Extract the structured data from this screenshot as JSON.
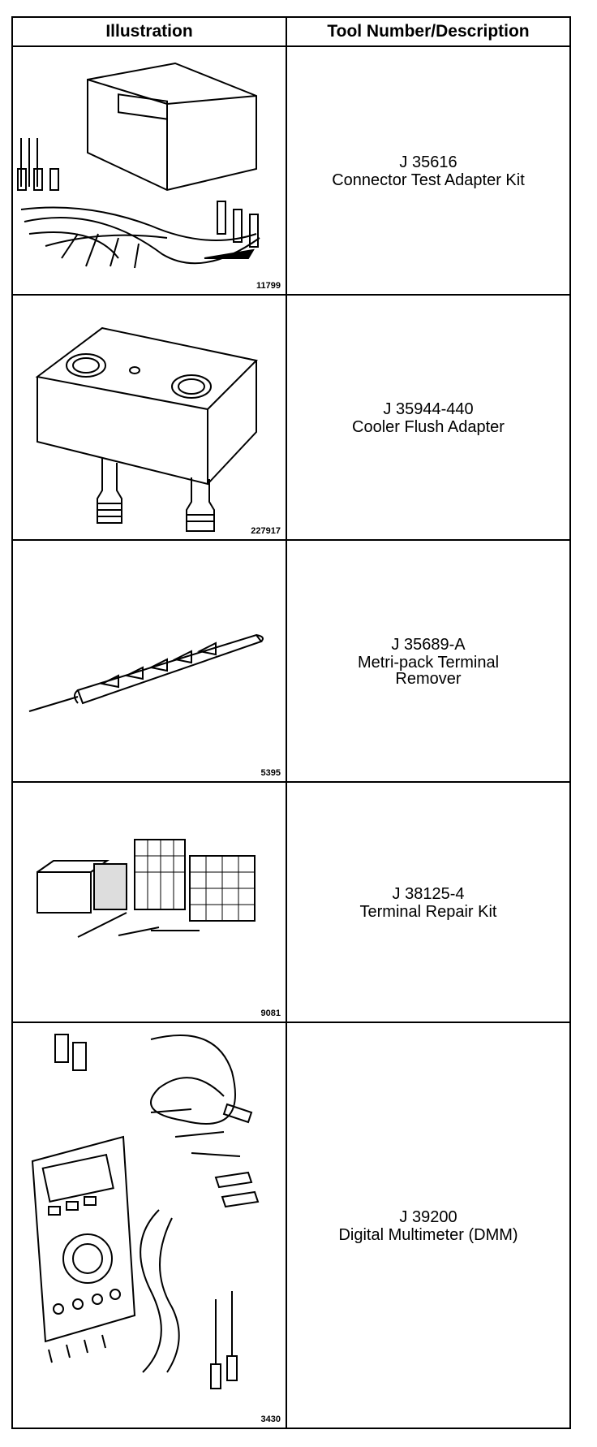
{
  "header": {
    "col1": "Illustration",
    "col2": "Tool Number/Description"
  },
  "rows": [
    {
      "figure": "11799",
      "tool_number": "J 35616",
      "description": "Connector Test Adapter Kit",
      "icon": "connector-test-adapter-kit-illustration"
    },
    {
      "figure": "227917",
      "tool_number": "J 35944-440",
      "description": "Cooler Flush Adapter",
      "icon": "cooler-flush-adapter-illustration"
    },
    {
      "figure": "5395",
      "tool_number": "J 35689-A",
      "description": "Metri-pack Terminal Remover",
      "icon": "terminal-remover-illustration"
    },
    {
      "figure": "9081",
      "tool_number": "J 38125-4",
      "description": "Terminal Repair Kit",
      "icon": "terminal-repair-kit-illustration"
    },
    {
      "figure": "3430",
      "tool_number": "J 39200",
      "description": "Digital Multimeter (DMM)",
      "icon": "digital-multimeter-illustration"
    }
  ]
}
